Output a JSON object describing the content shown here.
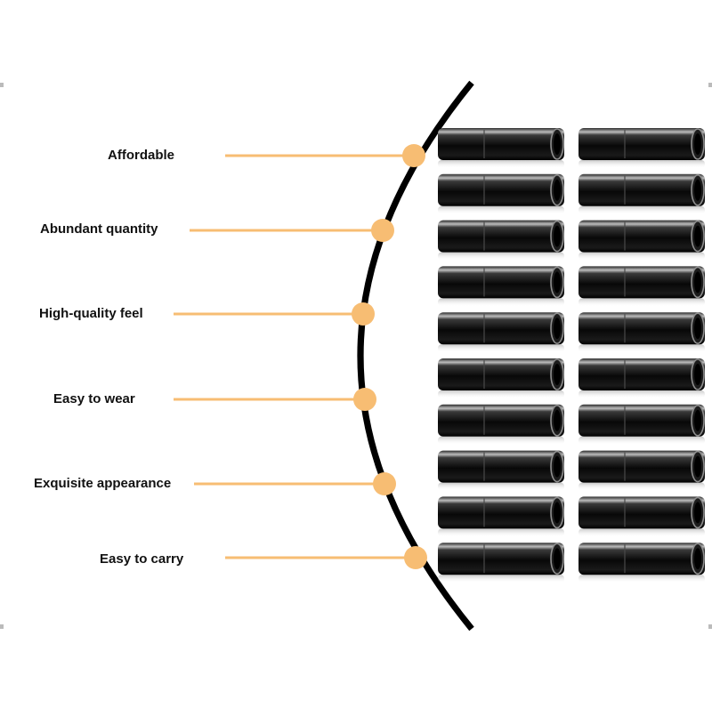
{
  "colors": {
    "background": "#ffffff",
    "accent": "#f7bd73",
    "arc": "#000000",
    "label_text": "#111111",
    "tube_dark": "#0b0b0b",
    "tube_highlight": "#bdbdbd"
  },
  "features": [
    {
      "label": "Affordable"
    },
    {
      "label": "Abundant quantity"
    },
    {
      "label": "High-quality feel"
    },
    {
      "label": "Easy to wear"
    },
    {
      "label": "Exquisite appearance"
    },
    {
      "label": "Easy to carry"
    }
  ],
  "product": {
    "icon": "end-cap-tube-icon",
    "columns": 2,
    "rows": 10
  }
}
